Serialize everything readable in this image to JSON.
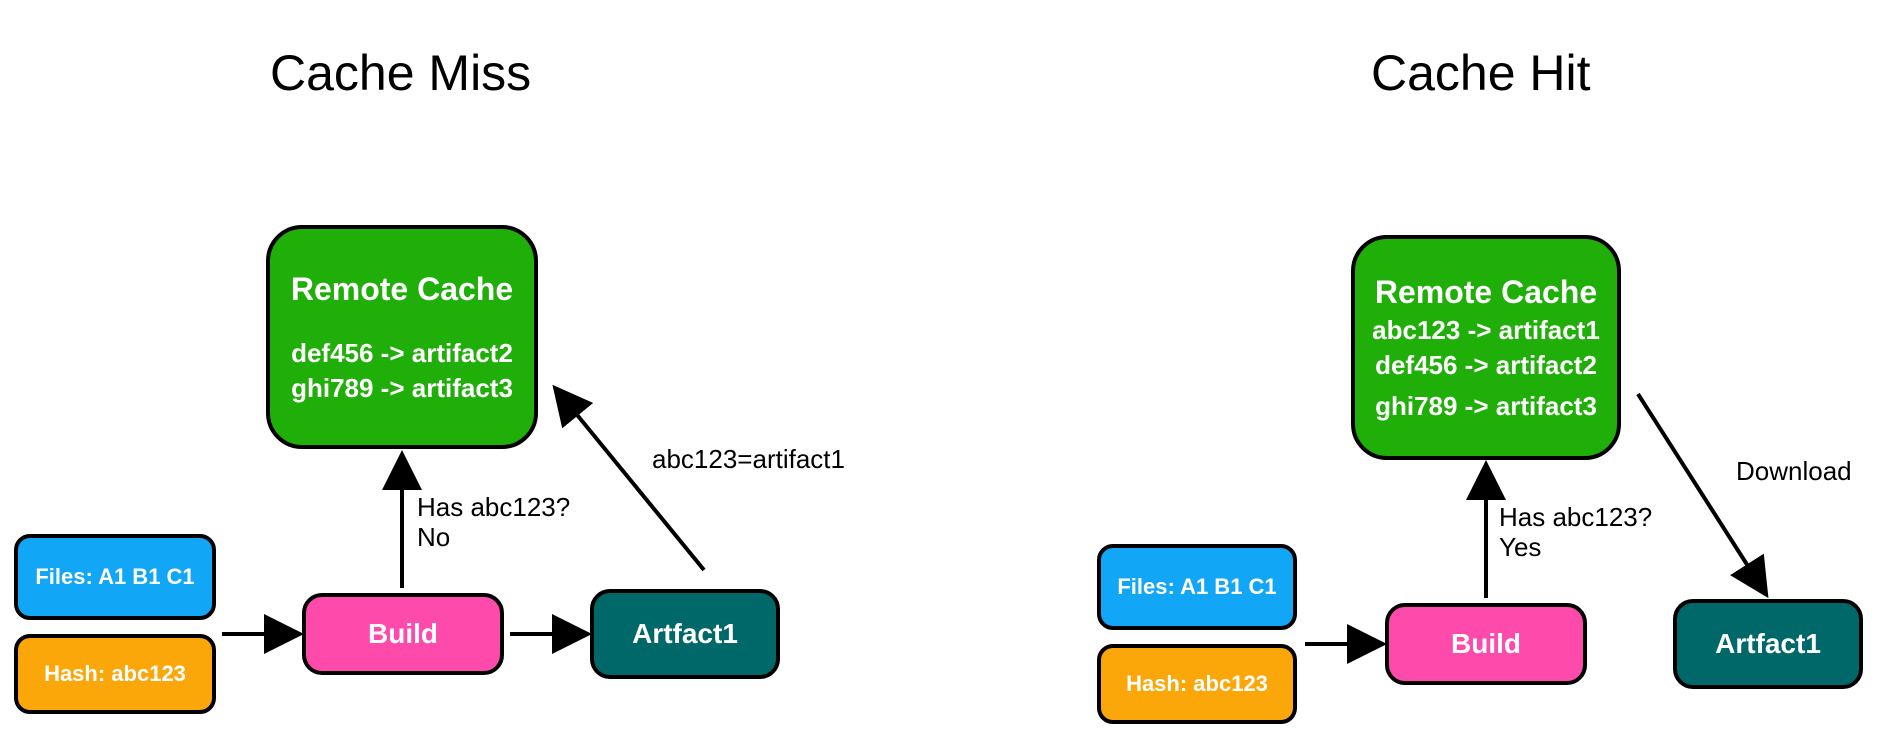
{
  "miss": {
    "title": "Cache Miss",
    "files": "Files: A1 B1 C1",
    "hash": "Hash: abc123",
    "build": "Build",
    "artifact": "Artfact1",
    "cache_title": "Remote Cache",
    "cache_entries": [
      "def456 -> artifact2",
      "ghi789 -> artifact3"
    ],
    "query_line1": "Has abc123?",
    "query_line2": "No",
    "upload_label": "abc123=artifact1"
  },
  "hit": {
    "title": "Cache Hit",
    "files": "Files: A1 B1 C1",
    "hash": "Hash: abc123",
    "build": "Build",
    "artifact": "Artfact1",
    "cache_title": "Remote Cache",
    "cache_entries": [
      "abc123 -> artifact1",
      "def456 -> artifact2",
      "ghi789 -> artifact3"
    ],
    "query_line1": "Has abc123?",
    "query_line2": "Yes",
    "download_label": "Download"
  },
  "colors": {
    "files": "#12a6f7",
    "hash": "#fba70a",
    "build": "#fd4aab",
    "artifact": "#006869",
    "cache": "#20af08"
  }
}
